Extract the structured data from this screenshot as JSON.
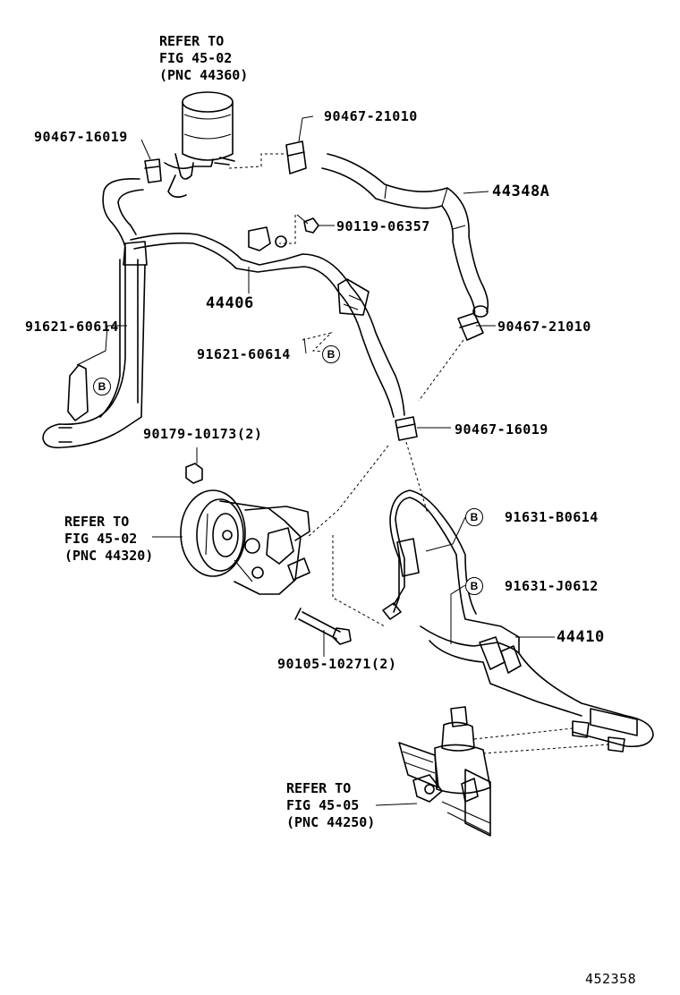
{
  "references": {
    "reservoir": {
      "line1": "REFER TO",
      "line2": "FIG 45-02",
      "line3": "(PNC 44360)"
    },
    "pump": {
      "line1": "REFER TO",
      "line2": "FIG 45-02",
      "line3": "(PNC 44320)"
    },
    "gear": {
      "line1": "REFER TO",
      "line2": "FIG 45-05",
      "line3": "(PNC 44250)"
    }
  },
  "labels": {
    "clamp_top_left": "90467-16019",
    "clamp_top_mid": "90467-21010",
    "hose_return": "44348A",
    "bolt_top": "90119-06357",
    "tube_return": "44406",
    "clamp_left": "91621-60614",
    "clamp_mid": "91621-60614",
    "clamp_right": "90467-21010",
    "clamp_lower": "90467-16019",
    "nut": "90179-10173(2)",
    "bolt_b0614": "91631-B0614",
    "bolt_j0612": "91631-J0612",
    "tube_pressure": "44410",
    "pump_bolt": "90105-10271(2)"
  },
  "badges": {
    "b1": "B",
    "b2": "B",
    "b3": "B",
    "b4": "B"
  },
  "figure_number": "452358"
}
